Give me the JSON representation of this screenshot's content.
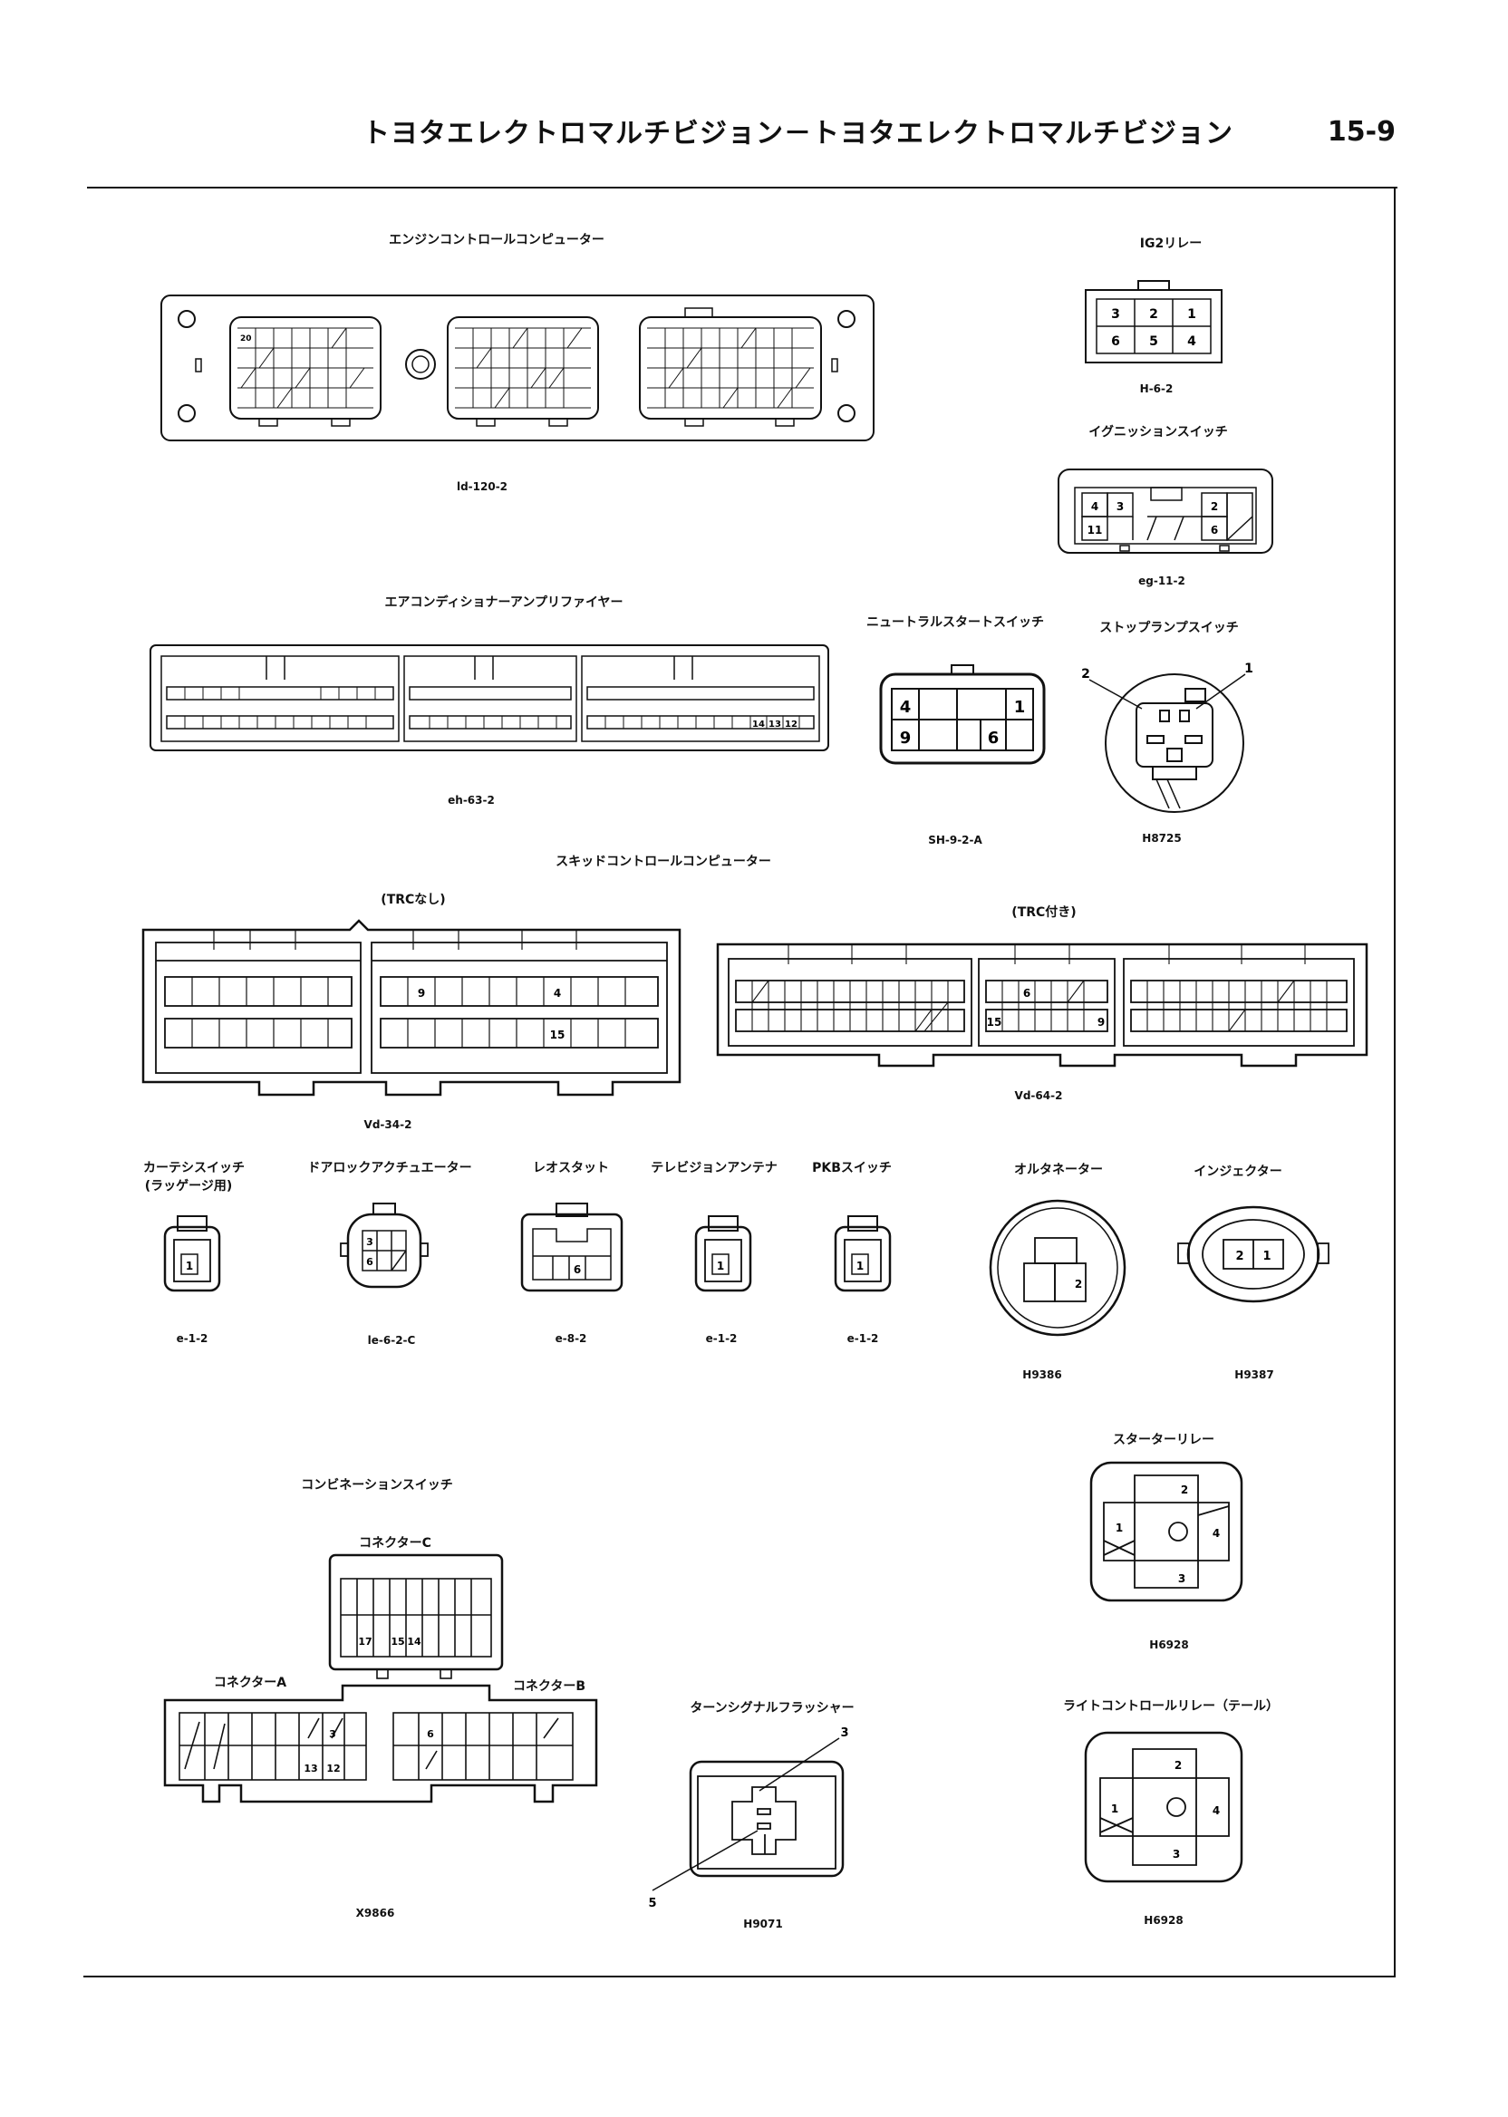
{
  "header": {
    "title": "トヨタエレクトロマルチビジョン－トヨタエレクトロマルチビジョン",
    "page_number": "15-9"
  },
  "connectors": {
    "engine_ecu": {
      "title": "エンジンコントロールコンピューター",
      "code": "ld-120-2",
      "pin20": "20"
    },
    "ig2_relay": {
      "title": "IG2リレー",
      "code": "H-6-2",
      "pins": [
        "3",
        "2",
        "1",
        "6",
        "5",
        "4"
      ]
    },
    "ignition_switch": {
      "title": "イグニッションスイッチ",
      "code": "eg-11-2",
      "pins": [
        "4",
        "3",
        "11",
        "2",
        "6"
      ]
    },
    "ac_amplifier": {
      "title": "エアコンディショナーアンプリファイヤー",
      "code": "eh-63-2",
      "pins": [
        "14",
        "13",
        "12"
      ]
    },
    "neutral_start_switch": {
      "title": "ニュートラルスタートスイッチ",
      "code": "SH-9-2-A",
      "pins": [
        "4",
        "1",
        "9",
        "6"
      ]
    },
    "stop_lamp_switch": {
      "title": "ストップランプスイッチ",
      "code": "H8725",
      "pins": [
        "2",
        "1"
      ]
    },
    "skid_control_ecu": {
      "title": "スキッドコントロールコンピューター",
      "without_trc": {
        "label": "(TRCなし)",
        "code": "Vd-34-2",
        "pins": [
          "9",
          "4",
          "15"
        ]
      },
      "with_trc": {
        "label": "(TRC付き)",
        "code": "Vd-64-2",
        "pins": [
          "6",
          "15",
          "9"
        ]
      }
    },
    "courtesy_switch": {
      "title": "カーテシスイッチ",
      "subtitle": "(ラッゲージ用)",
      "code": "e-1-2",
      "pin": "1"
    },
    "door_lock_actuator": {
      "title": "ドアロックアクチュエーター",
      "code": "le-6-2-C",
      "pins": [
        "3",
        "6"
      ]
    },
    "rheostat": {
      "title": "レオスタット",
      "code": "e-8-2",
      "pin": "6"
    },
    "tv_antenna": {
      "title": "テレビジョンアンテナ",
      "code": "e-1-2",
      "pin": "1"
    },
    "pkb_switch": {
      "title": "PKBスイッチ",
      "code": "e-1-2",
      "pin": "1"
    },
    "alternator": {
      "title": "オルタネーター",
      "code": "H9386",
      "pin": "2"
    },
    "injector": {
      "title": "インジェクター",
      "code": "H9387",
      "pins": [
        "2",
        "1"
      ]
    },
    "starter_relay": {
      "title": "スターターリレー",
      "code": "H6928",
      "pins": [
        "2",
        "1",
        "4",
        "3"
      ]
    },
    "combination_switch": {
      "title": "コンビネーションスイッチ",
      "code": "X9866",
      "connector_c": {
        "label": "コネクターC",
        "pins": [
          "17",
          "15",
          "14"
        ]
      },
      "connector_a": {
        "label": "コネクターA",
        "pins": [
          "3",
          "13",
          "12"
        ]
      },
      "connector_b": {
        "label": "コネクターB",
        "pins": [
          "6"
        ]
      }
    },
    "turn_signal_flasher": {
      "title": "ターンシグナルフラッシャー",
      "code": "H9071",
      "pins": [
        "3",
        "5"
      ]
    },
    "light_control_relay": {
      "title": "ライトコントロールリレー（テール）",
      "code": "H6928",
      "pins": [
        "2",
        "1",
        "4",
        "3"
      ]
    }
  }
}
